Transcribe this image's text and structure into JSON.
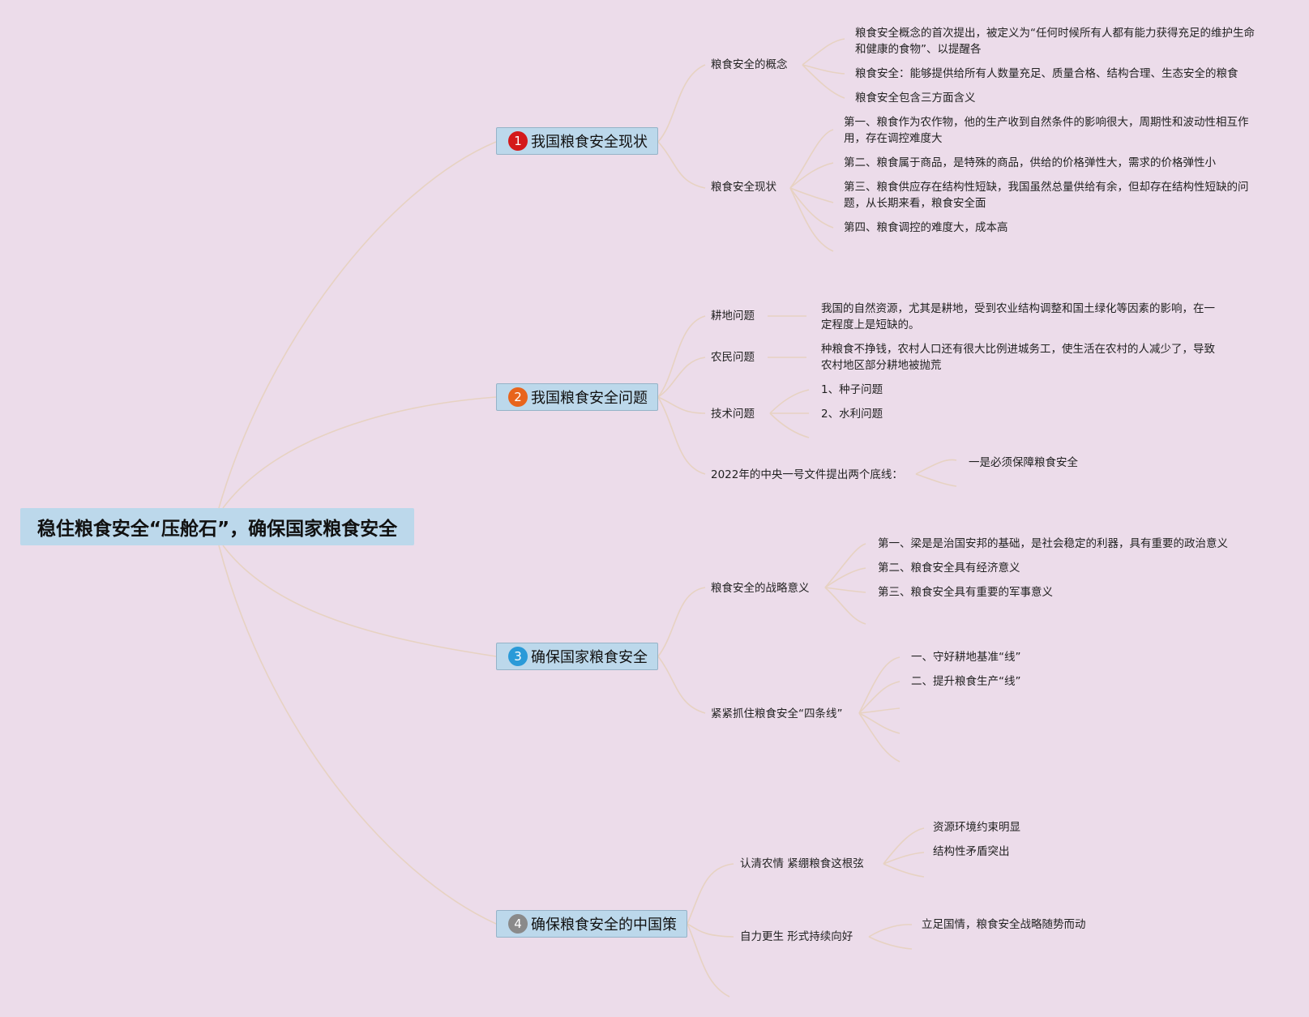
{
  "colors": {
    "background": "#ecdcea",
    "node_fill": "#bcd8eb",
    "node_border": "#95b3c8",
    "connector": "#e7d2c2",
    "badge_1": "#d4191b",
    "badge_2": "#e8641c",
    "badge_3": "#2a9ad8",
    "badge_4": "#8a8a8a"
  },
  "central": {
    "title": "稳住粮食安全“压舱石”，确保国家粮食安全"
  },
  "branches": [
    {
      "num": "1",
      "label": "我国粮食安全现状",
      "subs": [
        {
          "label": "粮食安全的概念",
          "leaves": [
            "粮食安全概念的首次提出，被定义为“任何时候所有人都有能力获得充足的维护生命和健康的食物”、以提醒各",
            "粮食安全：能够提供给所有人数量充足、质量合格、结构合理、生态安全的粮食",
            "粮食安全包含三方面含义"
          ]
        },
        {
          "label": "粮食安全现状",
          "leaves": [
            "第一、粮食作为农作物，他的生产收到自然条件的影响很大，周期性和波动性相互作用，存在调控难度大",
            "第二、粮食属于商品，是特殊的商品，供给的价格弹性大，需求的价格弹性小",
            "第三、粮食供应存在结构性短缺，我国虽然总量供给有余，但却存在结构性短缺的问题，从长期来看，粮食安全面",
            "第四、粮食调控的难度大，成本高"
          ]
        }
      ]
    },
    {
      "num": "2",
      "label": "我国粮食安全问题",
      "subs": [
        {
          "label": "耕地问题",
          "leaves": [
            "我国的自然资源，尤其是耕地，受到农业结构调整和国土绿化等因素的影响，在一定程度上是短缺的。"
          ]
        },
        {
          "label": "农民问题",
          "leaves": [
            "种粮食不挣钱，农村人口还有很大比例进城务工，使生活在农村的人减少了，导致农村地区部分耕地被抛荒"
          ]
        },
        {
          "label": "技术问题",
          "leaves": [
            "1、种子问题",
            "2、水利问题"
          ]
        },
        {
          "label": "2022年的中央一号文件提出两个底线：",
          "leaves": [
            "一是必须保障粮食安全"
          ]
        }
      ]
    },
    {
      "num": "3",
      "label": "确保国家粮食安全",
      "subs": [
        {
          "label": "粮食安全的战略意义",
          "leaves": [
            "第一、梁是是治国安邦的基础，是社会稳定的利器，具有重要的政治意义",
            "第二、粮食安全具有经济意义",
            "第三、粮食安全具有重要的军事意义"
          ]
        },
        {
          "label": "紧紧抓住粮食安全“四条线”",
          "leaves": [
            "一、守好耕地基准“线”",
            "二、提升粮食生产“线”"
          ]
        }
      ]
    },
    {
      "num": "4",
      "label": "确保粮食安全的中国策",
      "subs": [
        {
          "label": "认清农情 紧绷粮食这根弦",
          "leaves": [
            "资源环境约束明显",
            "结构性矛盾突出"
          ]
        },
        {
          "label": "自力更生 形式持续向好",
          "leaves": [
            "立足国情，粮食安全战略随势而动"
          ]
        }
      ]
    }
  ]
}
